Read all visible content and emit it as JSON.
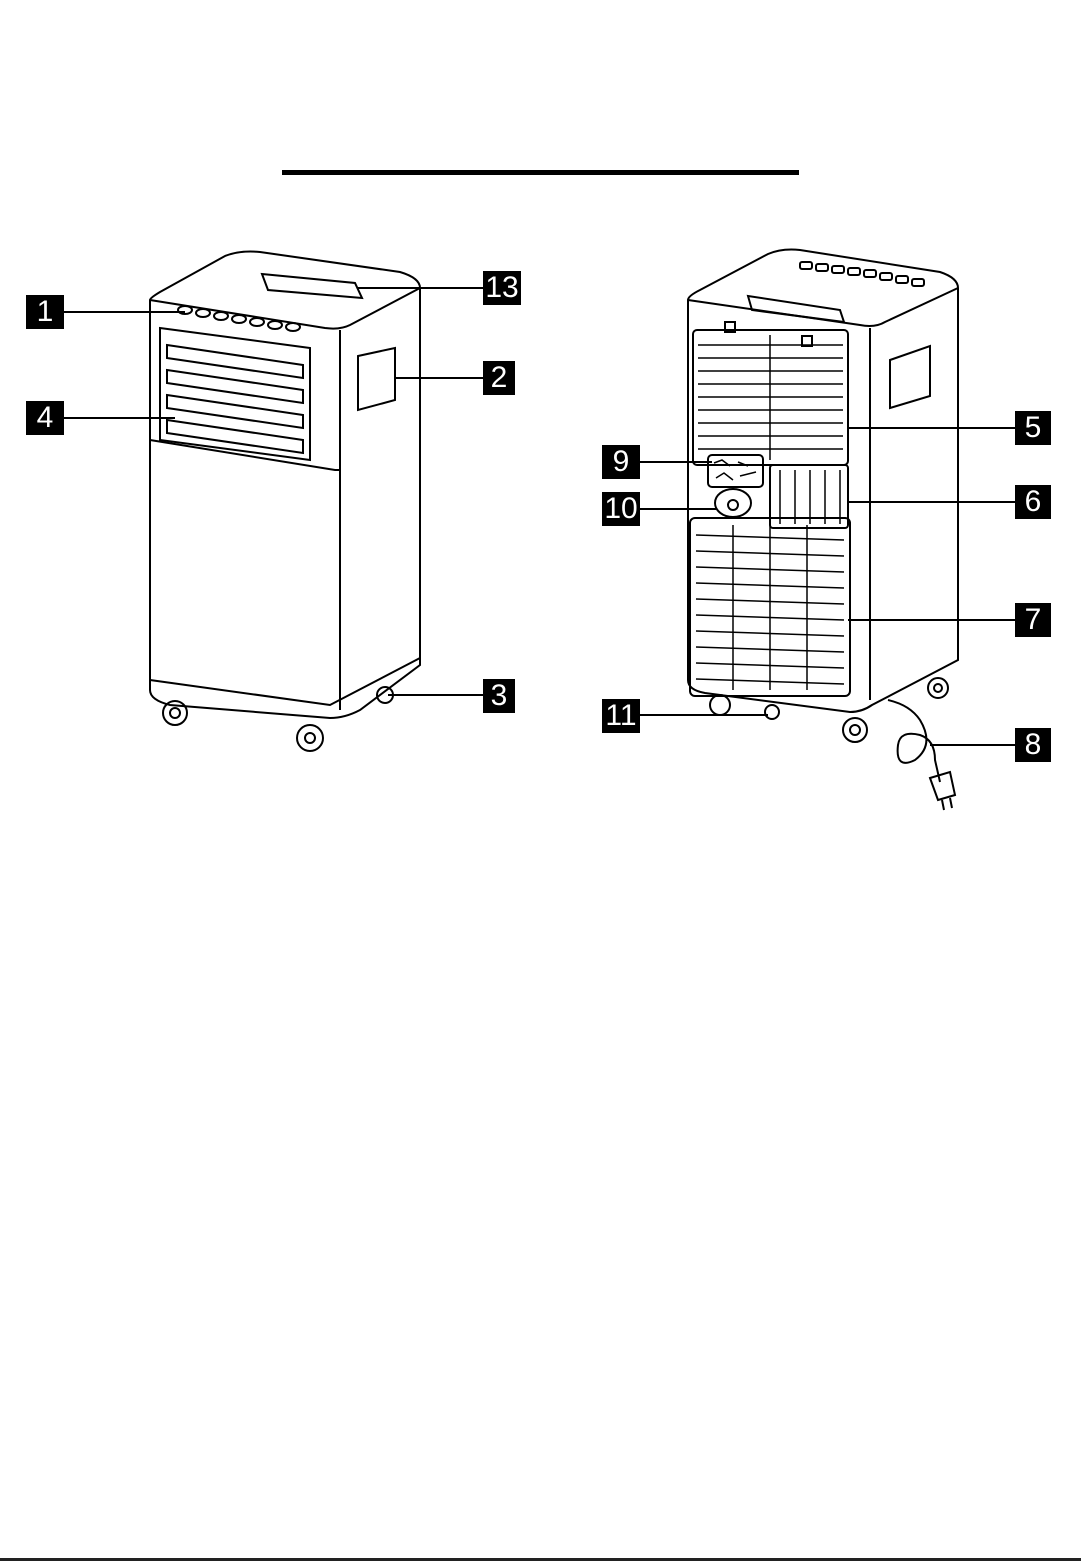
{
  "callouts": {
    "c1": "1",
    "c2": "2",
    "c3": "3",
    "c4": "4",
    "c5": "5",
    "c6": "6",
    "c7": "7",
    "c8": "8",
    "c9": "9",
    "c10": "10",
    "c11": "11",
    "c13": "13"
  },
  "colors": {
    "ink": "#000000",
    "paper": "#ffffff"
  }
}
